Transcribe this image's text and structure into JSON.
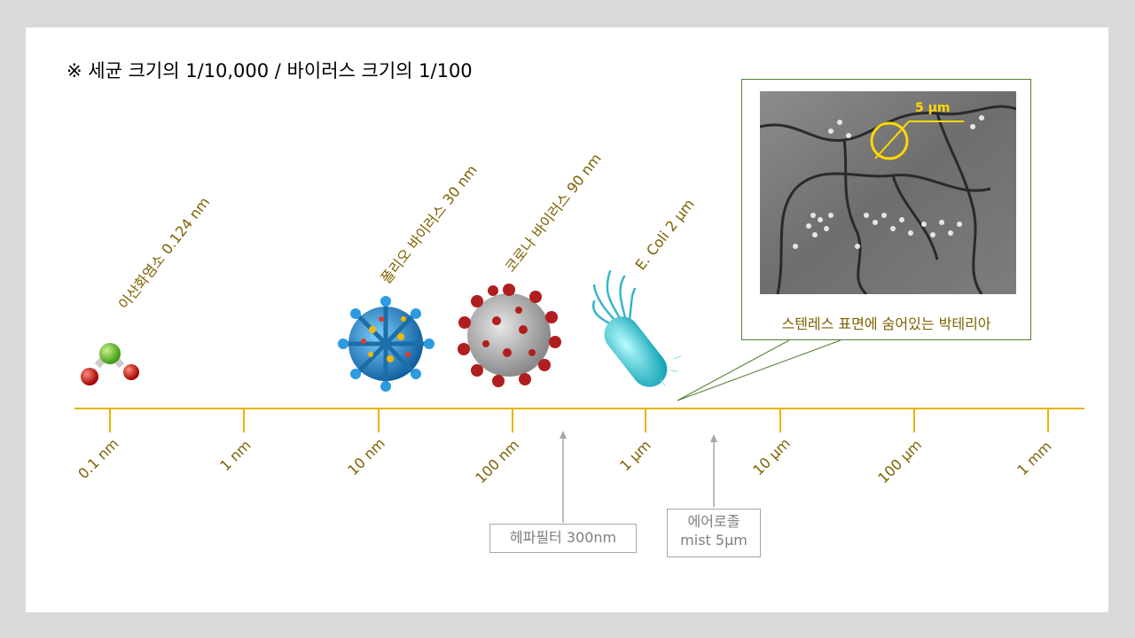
{
  "title": "※ 세균 크기의 1/10,000 / 바이러스 크기의 1/100",
  "scale_ticks": [
    "0.1 nm",
    "1 nm",
    "10 nm",
    "100 nm",
    "1 μm",
    "10 μm",
    "100 μm",
    "1 mm"
  ],
  "items": [
    {
      "label": "이산화염소   0.124 nm",
      "icon": "molecule-icon"
    },
    {
      "label": "폴리오 바이러스 30 nm",
      "icon": "virus-icon"
    },
    {
      "label": "코로나 바이러스 90 nm",
      "icon": "virus-icon"
    },
    {
      "label": "E. Coli 2 μm",
      "icon": "bacterium-icon"
    }
  ],
  "callouts": [
    {
      "lines": [
        "헤파필터 300nm"
      ]
    },
    {
      "lines": [
        "에어로졸",
        "mist 5μm"
      ]
    }
  ],
  "sem_image": {
    "caption": "스텐레스 표면에 숨어있는 박테리아",
    "scale_label": "5 μm"
  },
  "colors": {
    "axis": "#e6b400",
    "label": "#7f6000",
    "callout_border": "#a6a6a6",
    "callout_text": "#808080",
    "frame": "#538135"
  }
}
